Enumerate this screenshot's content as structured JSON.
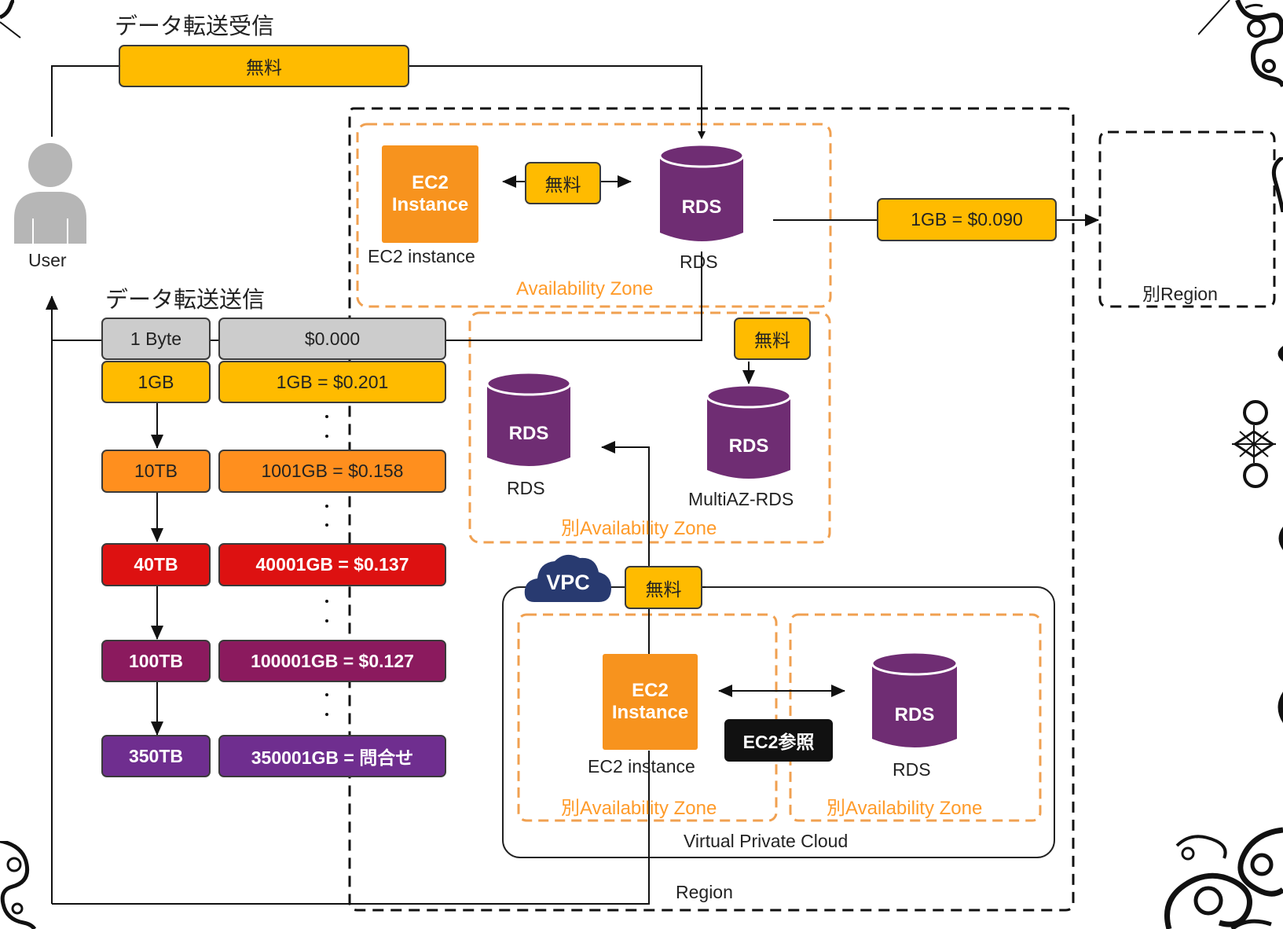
{
  "inbound": {
    "heading": "データ転送受信",
    "price": "無料"
  },
  "user": {
    "label": "User"
  },
  "outbound": {
    "heading": "データ転送送信",
    "tiers": [
      {
        "unit": "1 Byte",
        "price": "$0.000",
        "color": "#cccccc"
      },
      {
        "unit": "1GB",
        "price": "1GB = $0.201",
        "color": "#ffbb00"
      },
      {
        "unit": "10TB",
        "price": "1001GB = $0.158",
        "color": "#ff8f1e"
      },
      {
        "unit": "40TB",
        "price": "40001GB = $0.137",
        "color": "#dd1111"
      },
      {
        "unit": "100TB",
        "price": "100001GB = $0.127",
        "color": "#8b1a5e"
      },
      {
        "unit": "350TB",
        "price": "350001GB = 問合せ",
        "color": "#6f2e8f"
      }
    ]
  },
  "az_main": {
    "zone_label": "Availability Zone",
    "ec2": {
      "icon_line1": "EC2",
      "icon_line2": "Instance",
      "label": "EC2 instance"
    },
    "link_price": "無料",
    "rds": {
      "icon_text": "RDS",
      "label": "RDS"
    }
  },
  "cross_region": {
    "price": "1GB = $0.090",
    "region_label": "別Region"
  },
  "az_other": {
    "zone_label": "別Availability Zone",
    "link_price": "無料",
    "rds": {
      "icon_text": "RDS",
      "label": "RDS"
    },
    "multiaz": {
      "icon_text": "RDS",
      "label": "MultiAZ-RDS"
    }
  },
  "vpc": {
    "badge": "VPC",
    "link_price": "無料",
    "label": "Virtual Private Cloud",
    "ec2_zone_label": "別Availability Zone",
    "rds_zone_label": "別Availability Zone",
    "ec2": {
      "icon_line1": "EC2",
      "icon_line2": "Instance",
      "label": "EC2 instance"
    },
    "rds": {
      "icon_text": "RDS",
      "label": "RDS"
    },
    "ref_badge": "EC2参照"
  },
  "region_label": "Region",
  "colors": {
    "yellow": "#ffbb00",
    "ec2_orange": "#f7931e",
    "rds_purple": "#6f2d73",
    "vpc_navy": "#283a70",
    "zone_orange": "#ff9b2a"
  }
}
